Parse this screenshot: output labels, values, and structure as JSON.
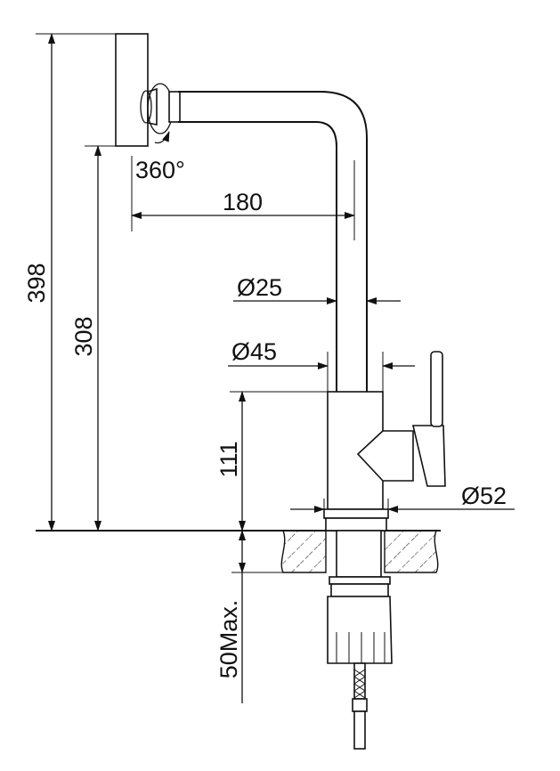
{
  "dimensions": {
    "rotation": "360°",
    "reach": "180",
    "spout_diameter": "Ø25",
    "body_top_diameter": "Ø45",
    "total_height": "398",
    "spout_height": "308",
    "body_height": "111",
    "base_diameter": "Ø52",
    "max_counter_thickness": "50Max."
  }
}
